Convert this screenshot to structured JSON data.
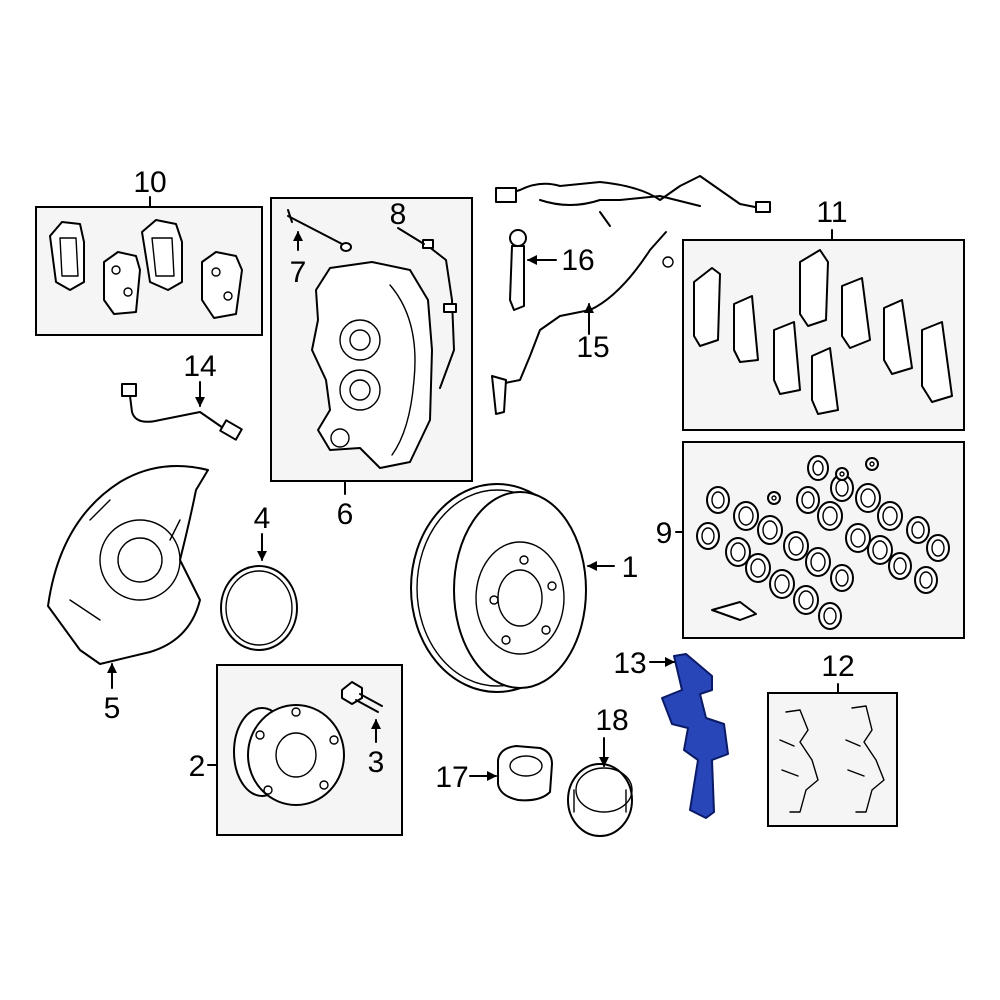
{
  "highlight_color": "#2946b8",
  "callouts": {
    "p1": "1",
    "p2": "2",
    "p3": "3",
    "p4": "4",
    "p5": "5",
    "p6": "6",
    "p7": "7",
    "p8": "8",
    "p9": "9",
    "p10": "10",
    "p11": "11",
    "p12": "12",
    "p13": "13",
    "p14": "14",
    "p15": "15",
    "p16": "16",
    "p17": "17",
    "p18": "18"
  }
}
